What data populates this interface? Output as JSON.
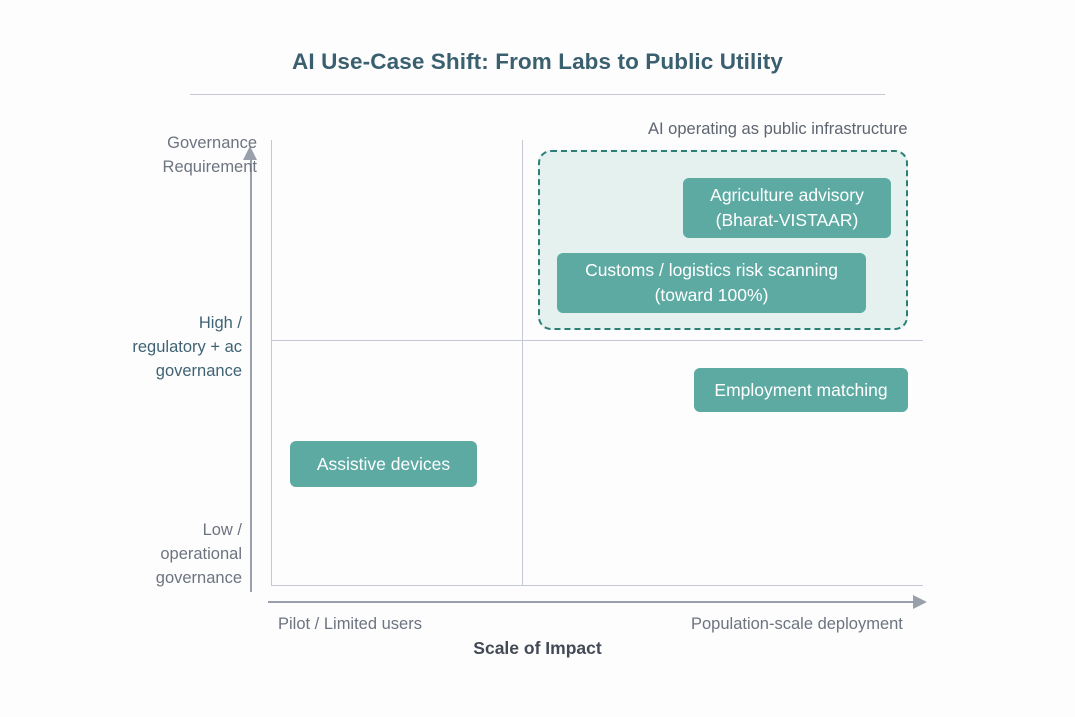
{
  "header": {
    "title": "AI Use-Case Shift: From Labs to Public Utility"
  },
  "chart_data": {
    "type": "scatter",
    "title": "AI Use-Case Shift: From Labs to Public Utility",
    "xlabel": "Scale of Impact",
    "ylabel": "Governance Requirement",
    "x_ticks": [
      "Pilot / Limited users",
      "Population-scale deployment"
    ],
    "y_ticks": [
      "High /\nregulatory + ac\ngovernance",
      "Low /\noperational\ngovernance"
    ],
    "grid": true,
    "legend": "none",
    "quadrants": {
      "vertical_split_label": "Pilot / Limited users | Population-scale deployment",
      "horizontal_split_label": "High governance | Low governance"
    },
    "points": [
      {
        "label": "Agriculture advisory (Bharat-VISTAAR)",
        "quadrant": "high-governance / population-scale",
        "x": "population-scale deployment",
        "y": "high governance",
        "in_highlight": true
      },
      {
        "label": "Customs / logistics risk scanning (toward 100%)",
        "quadrant": "high-governance / population-scale",
        "x": "population-scale deployment",
        "y": "high governance",
        "in_highlight": true
      },
      {
        "label": "Employment matching",
        "quadrant": "low-governance / population-scale",
        "x": "population-scale deployment",
        "y": "low governance",
        "in_highlight": false
      },
      {
        "label": "Assistive devices",
        "quadrant": "low-governance / pilot",
        "x": "pilot / limited users",
        "y": "low governance",
        "in_highlight": false
      }
    ],
    "annotations": [
      {
        "text": "AI operating as public infrastructure",
        "target": "high-governance / population-scale quadrant"
      }
    ],
    "colors": {
      "card": "#5daaa3",
      "highlight_fill": "#e4f1ef",
      "highlight_border": "#2c7f77",
      "title": "#3a6070",
      "axis": "#9aa0ab",
      "grid": "#c3c8d2",
      "text_muted": "#6d7480",
      "text_accent": "#3f6374",
      "background": "#fdfdfd"
    }
  },
  "axes": {
    "y": {
      "title_line1": "Governance",
      "title_line2": "Requirement",
      "tick_high_line1": "High /",
      "tick_high_line2": "regulatory + ac",
      "tick_high_line3": "governance",
      "tick_low_line1": "Low /",
      "tick_low_line2": "operational",
      "tick_low_line3": "governance"
    },
    "x": {
      "title": "Scale of Impact",
      "tick_left": "Pilot / Limited users",
      "tick_right": "Population-scale deployment"
    }
  },
  "highlight": {
    "annotation": "AI operating as public infrastructure"
  },
  "items": {
    "agriculture_line1": "Agriculture advisory",
    "agriculture_line2": "(Bharat-VISTAAR)",
    "customs_line1": "Customs / logistics risk scanning",
    "customs_line2": "(toward 100%)",
    "employment": "Employment matching",
    "assistive": "Assistive devices"
  }
}
